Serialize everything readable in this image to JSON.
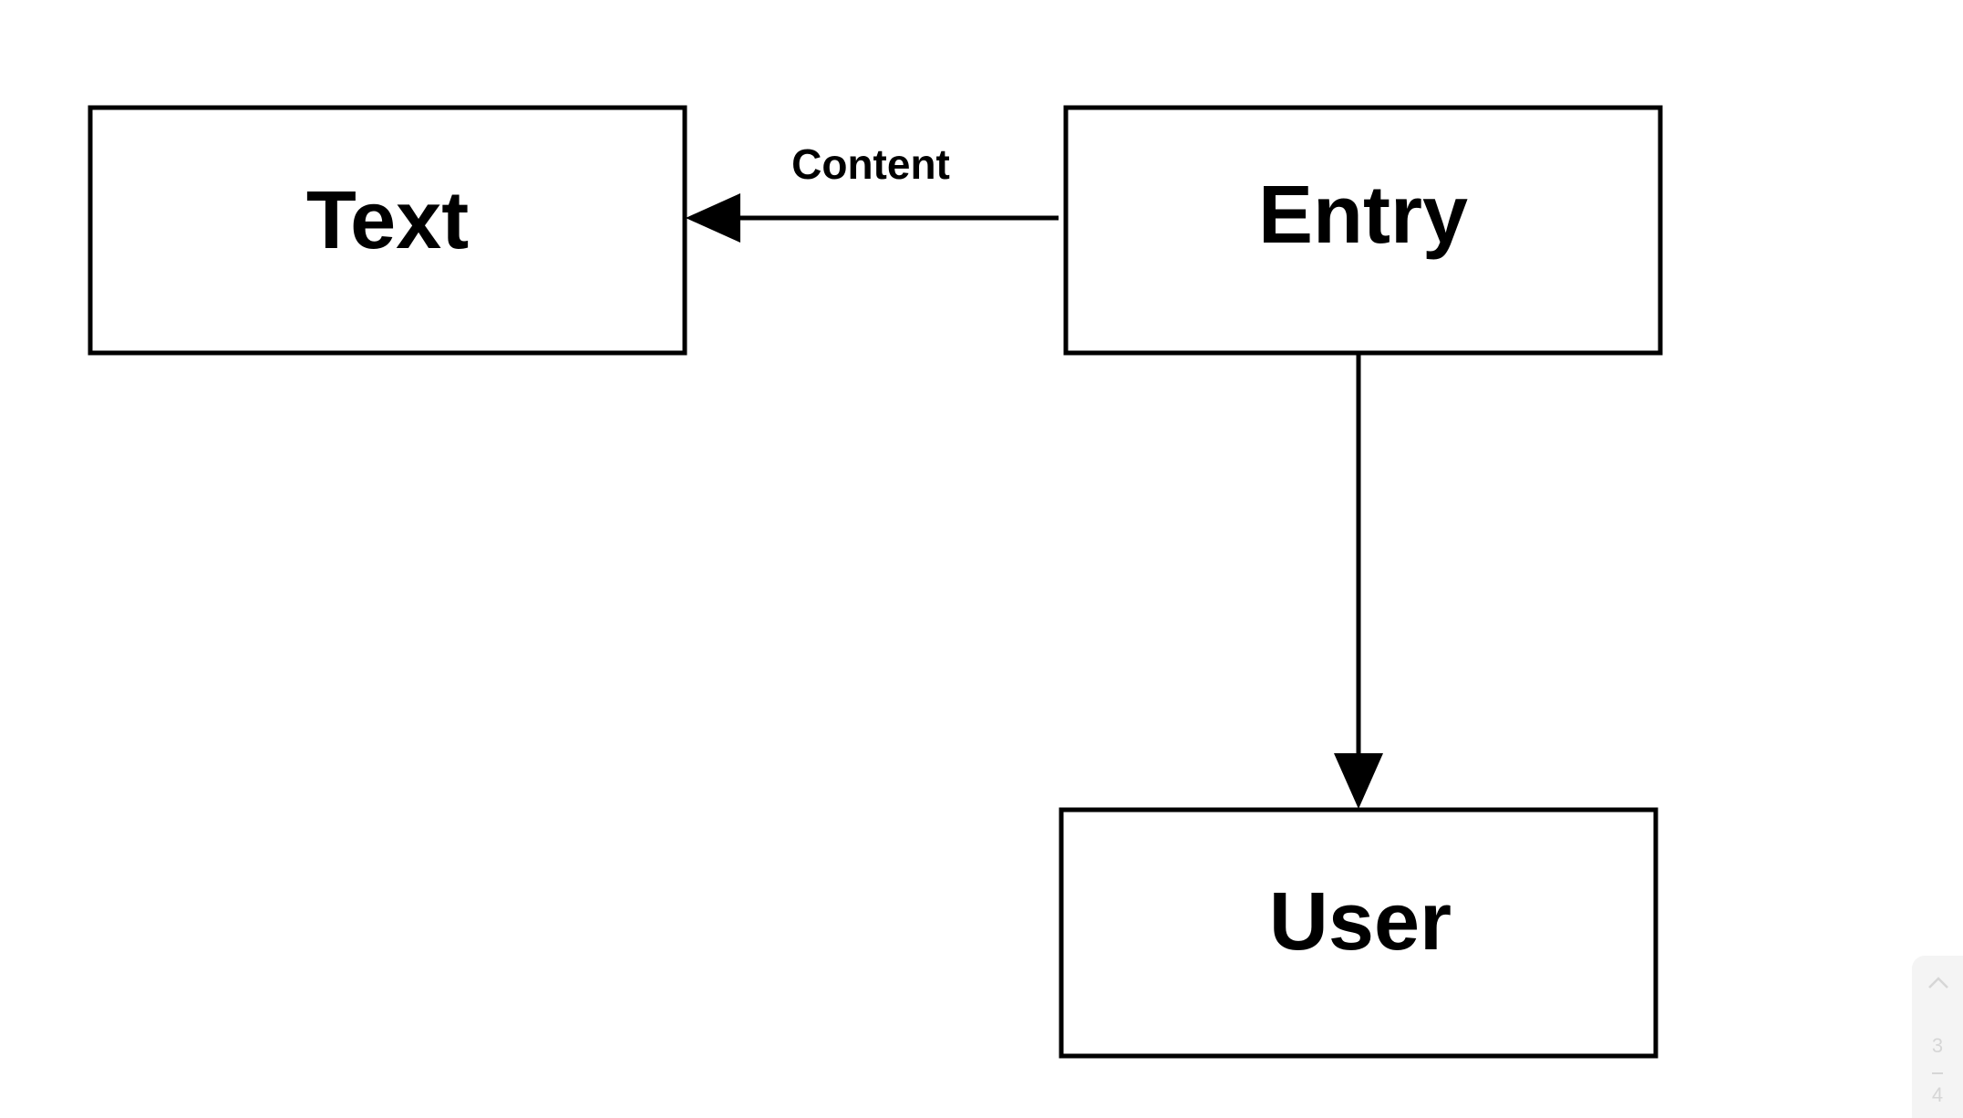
{
  "diagram": {
    "nodes": {
      "text": {
        "label": "Text"
      },
      "entry": {
        "label": "Entry"
      },
      "user": {
        "label": "User"
      }
    },
    "edges": {
      "entry_to_text": {
        "label": "Content",
        "from": "Entry",
        "to": "Text"
      },
      "entry_to_user": {
        "label": "",
        "from": "Entry",
        "to": "User"
      }
    }
  },
  "page_indicator": {
    "current": "3",
    "total": "4",
    "up_icon": "chevron-up-icon"
  }
}
